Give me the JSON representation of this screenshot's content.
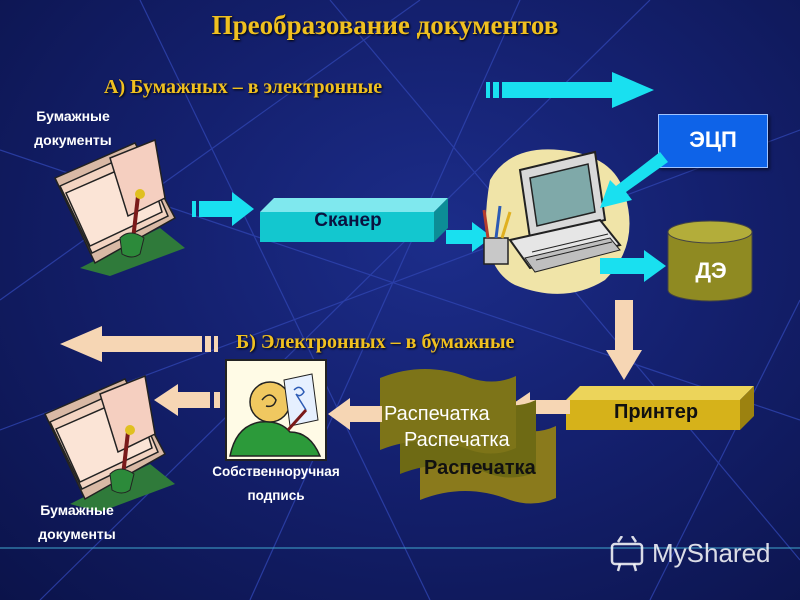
{
  "slide": {
    "title": "Преобразование документов",
    "section_a": "А) Бумажных – в электронные",
    "section_b": "Б) Электронных – в бумажные"
  },
  "nodes": {
    "paper_docs_top": "Бумажные документы",
    "paper_docs_bottom": "Бумажные документы",
    "scanner": "Сканер",
    "ecp": "ЭЦП",
    "de": "ДЭ",
    "printer": "Принтер",
    "printouts": [
      "Распечатка",
      "Распечатка",
      "Распечатка"
    ],
    "signature": "Собственноручная подпись"
  },
  "watermark": "MyShared",
  "colors": {
    "background": "#14206e",
    "heading": "#f0c020",
    "arrow": "#19e0f0",
    "scanner_fill": "#13c7cf",
    "ecp_fill": "#0e63e8",
    "de_fill": "#8f8a22",
    "printer_fill": "#d6b21a",
    "printout_fill": "#8a7a1c",
    "return_arrow": "#f6d6b4"
  }
}
